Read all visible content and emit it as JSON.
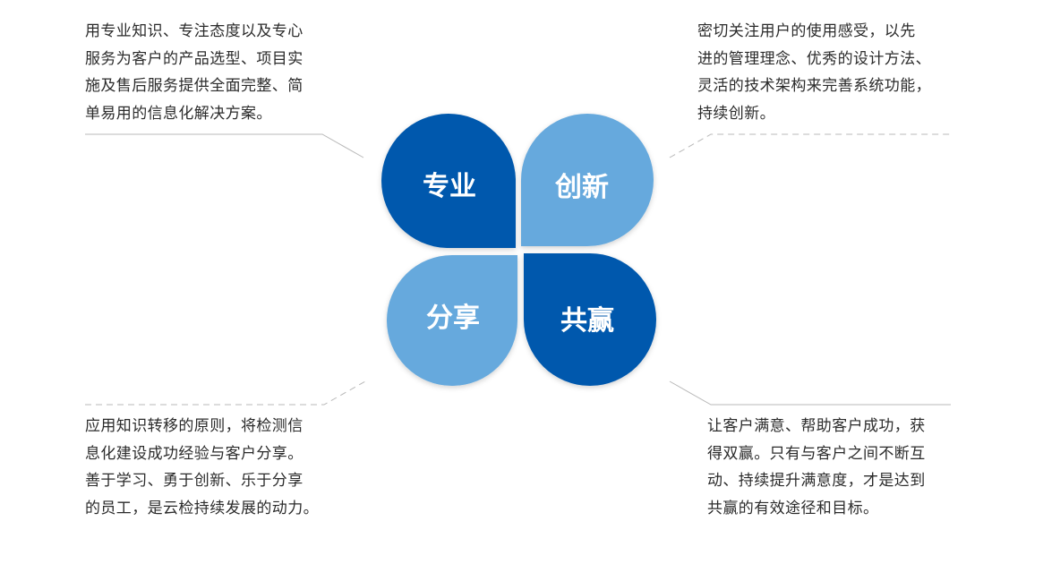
{
  "petals": {
    "top_left": {
      "label": "专业",
      "color": "#0659ad"
    },
    "top_right": {
      "label": "创新",
      "color": "#66a9dd"
    },
    "bottom_left": {
      "label": "分享",
      "color": "#66a9dd"
    },
    "bottom_right": {
      "label": "共赢",
      "color": "#0659ad"
    }
  },
  "descriptions": {
    "top_left": [
      "用专业知识、专注态度以及专心",
      "服务为客户的产品选型、项目实",
      "施及售后服务提供全面完整、简",
      "单易用的信息化解决方案。"
    ],
    "top_right": [
      "密切关注用户的使用感受，以先",
      "进的管理理念、优秀的设计方法、",
      "灵活的技术架构来完善系统功能，",
      "持续创新。"
    ],
    "bottom_left": [
      "应用知识转移的原则，将检测信",
      "息化建设成功经验与客户分享。",
      "善于学习、勇于创新、乐于分享",
      "的员工，是云检持续发展的动力。"
    ],
    "bottom_right": [
      "让客户满意、帮助客户成功，获",
      "得双赢。只有与客户之间不断互",
      "动、持续提升满意度，才是达到",
      "共赢的有效途径和目标。"
    ]
  },
  "colors": {
    "text": "#2b2b2b",
    "connector": "#b8b8b8"
  }
}
